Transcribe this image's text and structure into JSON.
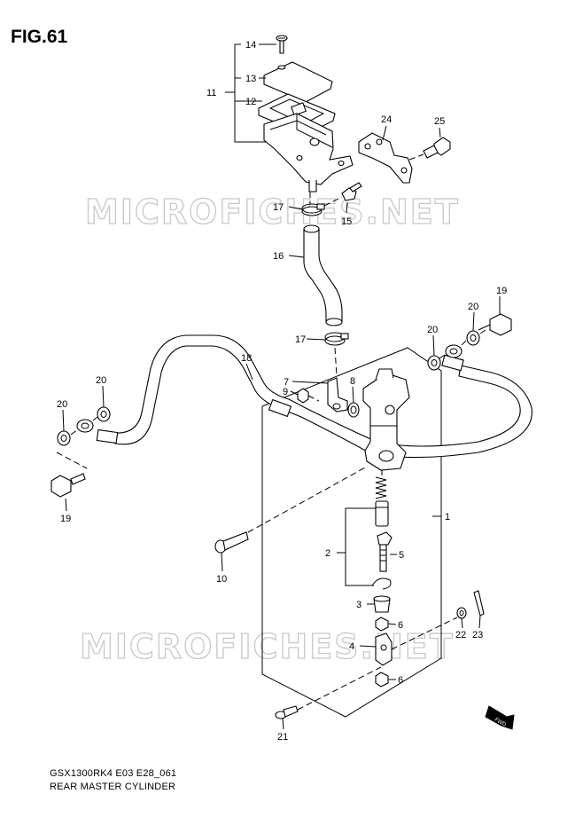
{
  "figure": {
    "title": "FIG.61",
    "model_code": "GSX1300RK4 E03 E28_061",
    "caption": "REAR MASTER CYLINDER"
  },
  "watermarks": [
    "MICROFICHES.NET",
    "MICROFICHES.NET"
  ],
  "fwd_label": "FWD",
  "callouts": {
    "c1": "1",
    "c2": "2",
    "c3": "3",
    "c4": "4",
    "c5": "5",
    "c6a": "6",
    "c6b": "6",
    "c7": "7",
    "c8": "8",
    "c9": "9",
    "c10": "10",
    "c11": "11",
    "c12": "12",
    "c13": "13",
    "c14": "14",
    "c15": "15",
    "c16": "16",
    "c17a": "17",
    "c17b": "17",
    "c18": "18",
    "c19a": "19",
    "c19b": "19",
    "c20a": "20",
    "c20b": "20",
    "c20c": "20",
    "c20d": "20",
    "c21": "21",
    "c22": "22",
    "c23": "23",
    "c24": "24",
    "c25": "25"
  }
}
